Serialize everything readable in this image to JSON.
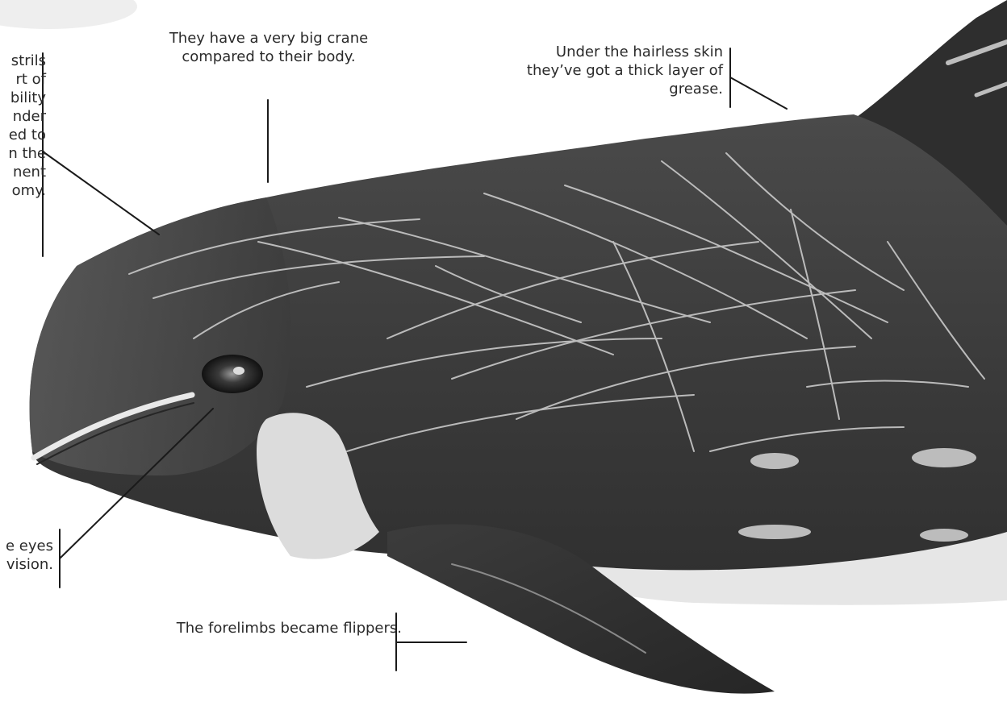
{
  "annotations": {
    "nostrils": {
      "lines": [
        "strils",
        "rt of",
        "bility",
        "nder",
        "ed to",
        "n the",
        "nent",
        "omy."
      ]
    },
    "cranium": {
      "lines": [
        "They have a very big crane",
        "compared to their body."
      ]
    },
    "skin": {
      "lines": [
        "Under the hairless skin",
        "they’ve got a thick layer of",
        "grease."
      ]
    },
    "eyes": {
      "lines": [
        "e eyes",
        "vision."
      ]
    },
    "flippers": {
      "lines": [
        "The forelimbs became flippers."
      ]
    }
  },
  "palette": {
    "body_dark": "#3b3b3b",
    "body_mid": "#5a5a5a",
    "scratch": "#c9c9c9",
    "patch_light": "#d9d9d9",
    "leader_line": "#1a1a1a"
  }
}
